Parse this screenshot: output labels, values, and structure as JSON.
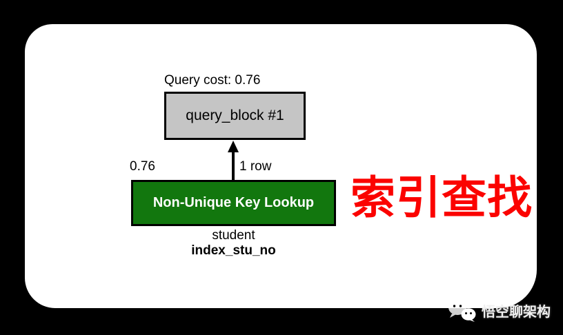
{
  "page": {
    "background": "#000000",
    "card_background": "#ffffff"
  },
  "diagram": {
    "query_cost_label": "Query cost: 0.76",
    "query_block": {
      "label": "query_block #1",
      "fill": "#c5c5c5"
    },
    "edge": {
      "cost_label": "0.76",
      "rows_label": "1 row"
    },
    "operation": {
      "label": "Non-Unique Key Lookup",
      "fill": "#12770e",
      "text_color": "#ffffff"
    },
    "table_label": "student",
    "index_label": "index_stu_no"
  },
  "annotation": {
    "text": "索引查找",
    "color": "#fb0300"
  },
  "watermark": {
    "icon": "wechat-icon",
    "label": "悟空聊架构",
    "color": "#f0f0f0"
  }
}
